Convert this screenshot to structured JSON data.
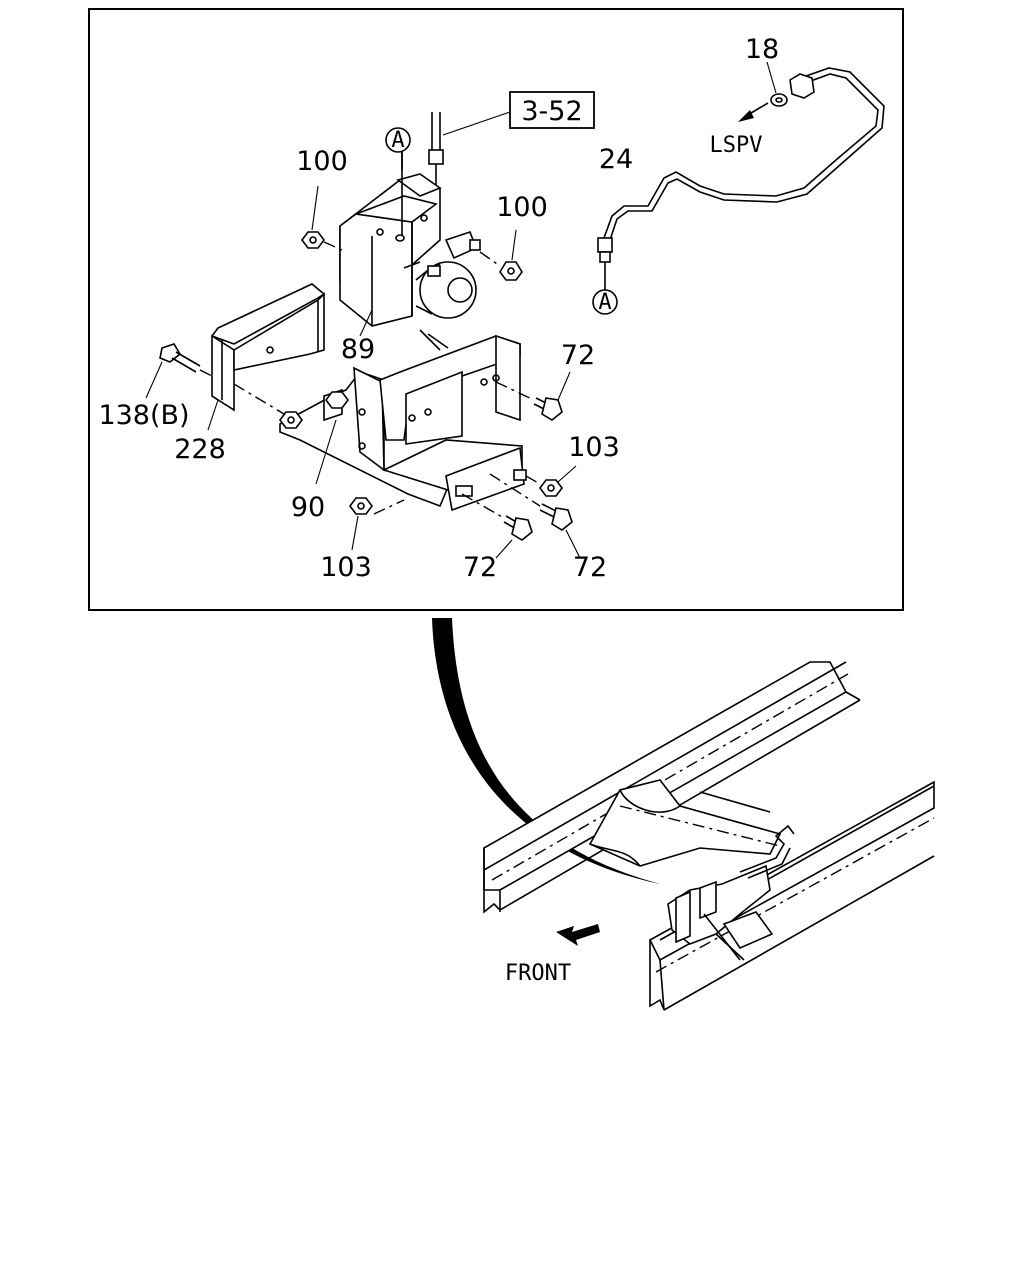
{
  "reference": "3-52",
  "circle_marker": "A",
  "callouts": {
    "c18": "18",
    "c24": "24",
    "c100a": "100",
    "c100b": "100",
    "c89": "89",
    "c72a": "72",
    "c72b": "72",
    "c72c": "72",
    "c103a": "103",
    "c103b": "103",
    "c138": "138(B)",
    "c228": "228",
    "c90": "90"
  },
  "labels": {
    "lspv": "LSPV",
    "front": "FRONT"
  }
}
